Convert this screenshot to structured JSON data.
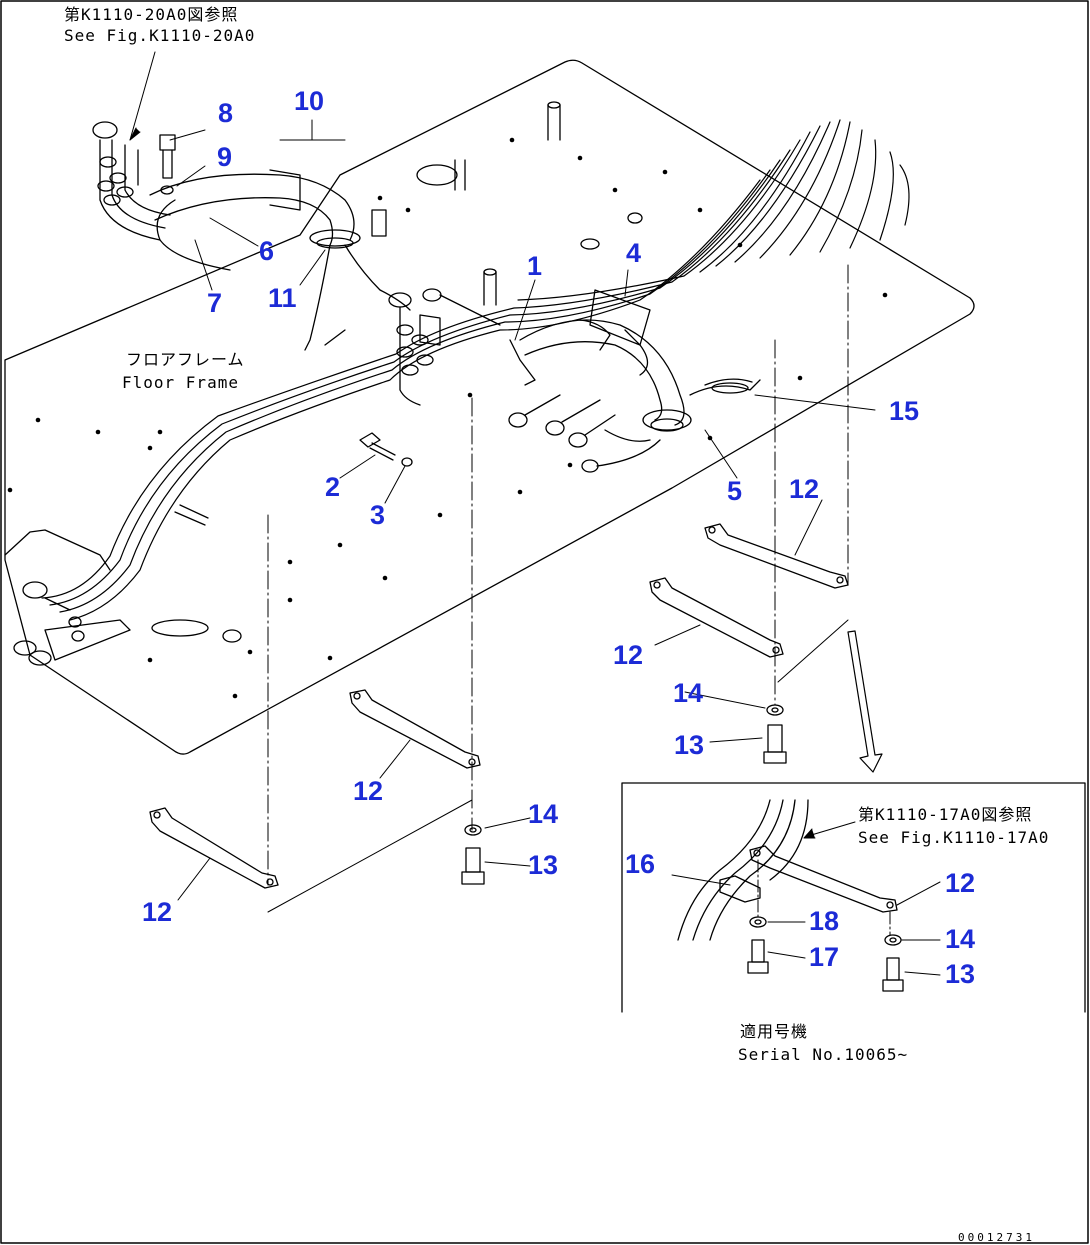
{
  "colors": {
    "callout": "#1c2bd6",
    "line": "#000000",
    "background": "#ffffff"
  },
  "notes": {
    "ref_top_jp": "第K1110-20A0図参照",
    "ref_top_en": "See Fig.K1110-20A0",
    "floor_jp": "フロアフレーム",
    "floor_en": "Floor Frame",
    "ref_inset_jp": "第K1110-17A0図参照",
    "ref_inset_en": "See Fig.K1110-17A0",
    "serial_jp": "適用号機",
    "serial_en": "Serial No.10065~",
    "drawing_id": "00012731"
  },
  "callouts": [
    "1",
    "2",
    "3",
    "4",
    "5",
    "6",
    "7",
    "8",
    "9",
    "10",
    "11",
    "12",
    "13",
    "14",
    "15",
    "16",
    "17",
    "18"
  ]
}
